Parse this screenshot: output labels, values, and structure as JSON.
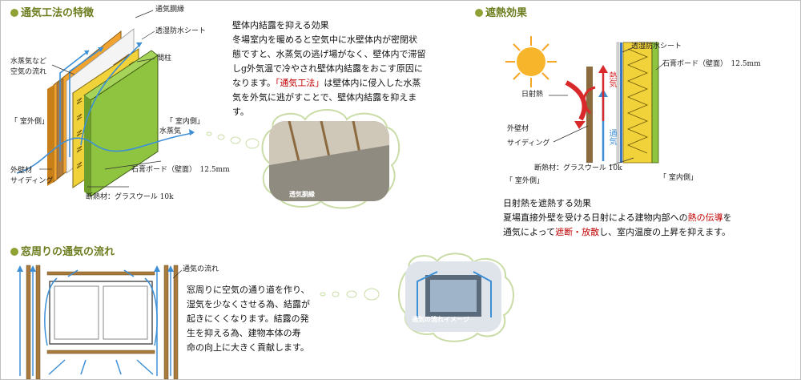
{
  "section1": {
    "heading": "通気工法の特徴",
    "labels": {
      "vent_batten": "通気胴縁",
      "moisture_sheet": "透湿防水シート",
      "stud": "間柱",
      "vapor_air": "水蒸気など\n空気の流れ",
      "outdoor": "「 室外側」",
      "indoor": "「 室内側」",
      "vapor": "水蒸気",
      "board": "石膏ボード（壁面）　12.5mm",
      "insulation": "断熱材：グラスウール 10k",
      "exterior": "外壁材\nサイディング"
    },
    "body_lines": [
      "壁体内結露を抑える効果",
      "冬場室内を暖めると空気中に水壁体内が密閉状",
      "態ですと、水蒸気の逃げ場がなく、壁体内で滞留",
      "しg外気温で冷やされ壁体内結露をおこす原因に",
      "なります。"
    ],
    "body_highlight": "「通気工法」",
    "body_rest_lines": [
      "は壁体内に侵入した水蒸",
      "気を外気に逃がすことで、壁体内結露を抑えま",
      "す。"
    ],
    "cloud_caption": "透気胴縁"
  },
  "section2": {
    "heading": "遮熱効果",
    "labels": {
      "moisture_sheet": "透湿防水シート",
      "board": "石膏ボード（壁面）　12.5mm",
      "solar_heat": "日射熱",
      "heat_word": "熱気",
      "vent_word": "通気",
      "exterior": "外壁材\nサイディング",
      "insulation": "断熱材：グラスウール 10k",
      "outdoor": "「 室外側」",
      "indoor": "「 室内側」"
    },
    "body_title": "日射熱を遮熱する効果",
    "body_line2_a": "夏場直接外壁を受ける日射による建物内部への",
    "body_line2_b": "熱の伝導",
    "body_line2_c": "を",
    "body_line3_a": "通気によって",
    "body_line3_b": "遮断・放散",
    "body_line3_c": "し、室内温度の上昇を抑えます。"
  },
  "section3": {
    "heading": "窓周りの通気の流れ",
    "flow_label": "通気の流れ",
    "body_lines": [
      "窓周りに空気の通り道を作り、",
      "湿気を少なくさせる為、結露が",
      "起きにくくなります。結露の発",
      "生を抑える為、建物本体の寿",
      "命の向上に大きく貢献します。"
    ],
    "cloud_caption": "通気の流れイメージ"
  },
  "colors": {
    "heading": "#6b7d1f",
    "bullet": "#8ea236",
    "board_green": "#8fc440",
    "insulation_yellow": "#f1d23a",
    "siding_orange": "#f0a32e",
    "arrow_blue": "#3d8fd6",
    "arrow_red": "#d8282a",
    "highlight_red": "#c00000"
  }
}
